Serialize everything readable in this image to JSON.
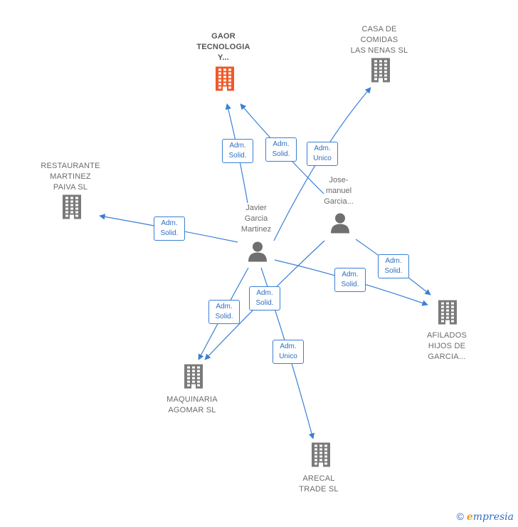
{
  "colors": {
    "edge": "#3a7fd5",
    "company": "#7a7a7a",
    "company_highlight": "#f0592a",
    "person": "#6f6f6f"
  },
  "nodes": [
    {
      "id": "gaor",
      "type": "company",
      "label": "GAOR\nTECNOLOGIA\nY...",
      "highlight": true
    },
    {
      "id": "casa",
      "type": "company",
      "label": "CASA DE\nCOMIDAS\nLAS NENAS  SL"
    },
    {
      "id": "restaurante",
      "type": "company",
      "label": "RESTAURANTE\nMARTINEZ\nPAIVA  SL"
    },
    {
      "id": "javier",
      "type": "person",
      "label": "Javier\nGarcia\nMartinez"
    },
    {
      "id": "josemanuel",
      "type": "person",
      "label": "Jose-\nmanuel\nGarcia..."
    },
    {
      "id": "afilados",
      "type": "company",
      "label": "AFILADOS\nHIJOS DE\nGARCIA..."
    },
    {
      "id": "maquinaria",
      "type": "company",
      "label": "MAQUINARIA\nAGOMAR SL"
    },
    {
      "id": "arecal",
      "type": "company",
      "label": "ARECAL\nTRADE  SL"
    }
  ],
  "edges": [
    {
      "from": "javier",
      "to": "gaor",
      "label": "Adm.\nSolid."
    },
    {
      "from": "josemanuel",
      "to": "gaor",
      "label": "Adm.\nSolid."
    },
    {
      "from": "javier",
      "to": "casa",
      "label": "Adm.\nUnico"
    },
    {
      "from": "javier",
      "to": "restaurante",
      "label": "Adm.\nSolid."
    },
    {
      "from": "javier",
      "to": "afilados",
      "label": "Adm.\nSolid."
    },
    {
      "from": "josemanuel",
      "to": "afilados",
      "label": "Adm.\nSolid."
    },
    {
      "from": "javier",
      "to": "maquinaria",
      "label": "Adm.\nSolid."
    },
    {
      "from": "josemanuel",
      "to": "maquinaria",
      "label": "Adm.\nSolid."
    },
    {
      "from": "javier",
      "to": "arecal",
      "label": "Adm.\nUnico"
    }
  ],
  "footer": {
    "copyright": "©",
    "brand_initial": "e",
    "brand_rest": "mpresia"
  }
}
